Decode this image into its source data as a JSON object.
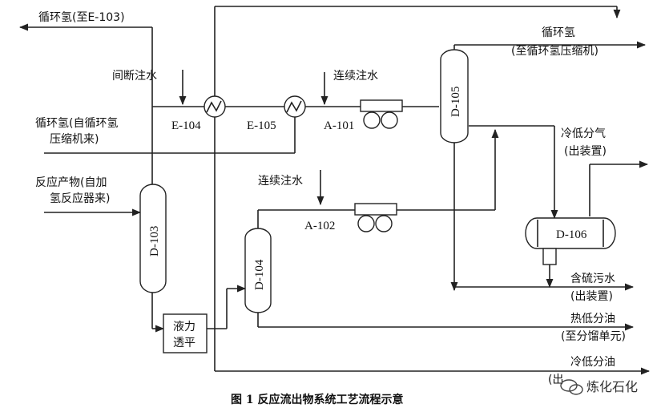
{
  "streams": {
    "recycle_h2_to_e103": "循环氢(至E-103)",
    "intermittent_water": "间断注水",
    "continuous_water_1": "连续注水",
    "continuous_water_2": "连续注水",
    "recycle_h2_out_line1": "循环氢",
    "recycle_h2_out_line2": "(至循环氢压缩机)",
    "recycle_h2_in_line1": "循环氢(自循环氢",
    "recycle_h2_in_line2": "压缩机来)",
    "reaction_product_line1": "反应产物(自加",
    "reaction_product_line2": "氢反应器来)",
    "cold_lp_gas_line1": "冷低分气",
    "cold_lp_gas_line2": "(出装置)",
    "sour_water_line1": "含硫污水",
    "sour_water_line2": "(出装置)",
    "hot_lp_oil_line1": "热低分油",
    "hot_lp_oil_line2": "(至分馏单元)",
    "cold_lp_oil_line1": "冷低分油",
    "cold_lp_oil_line2": "(出"
  },
  "equipment": {
    "e104": "E-104",
    "e105": "E-105",
    "a101": "A-101",
    "a102": "A-102",
    "d103": "D-103",
    "d104": "D-104",
    "d105": "D-105",
    "d106": "D-106",
    "level_balance_line1": "液力",
    "level_balance_line2": "透平"
  },
  "caption": "图 1   反应流出物系统工艺流程示意",
  "watermark": "炼化石化"
}
